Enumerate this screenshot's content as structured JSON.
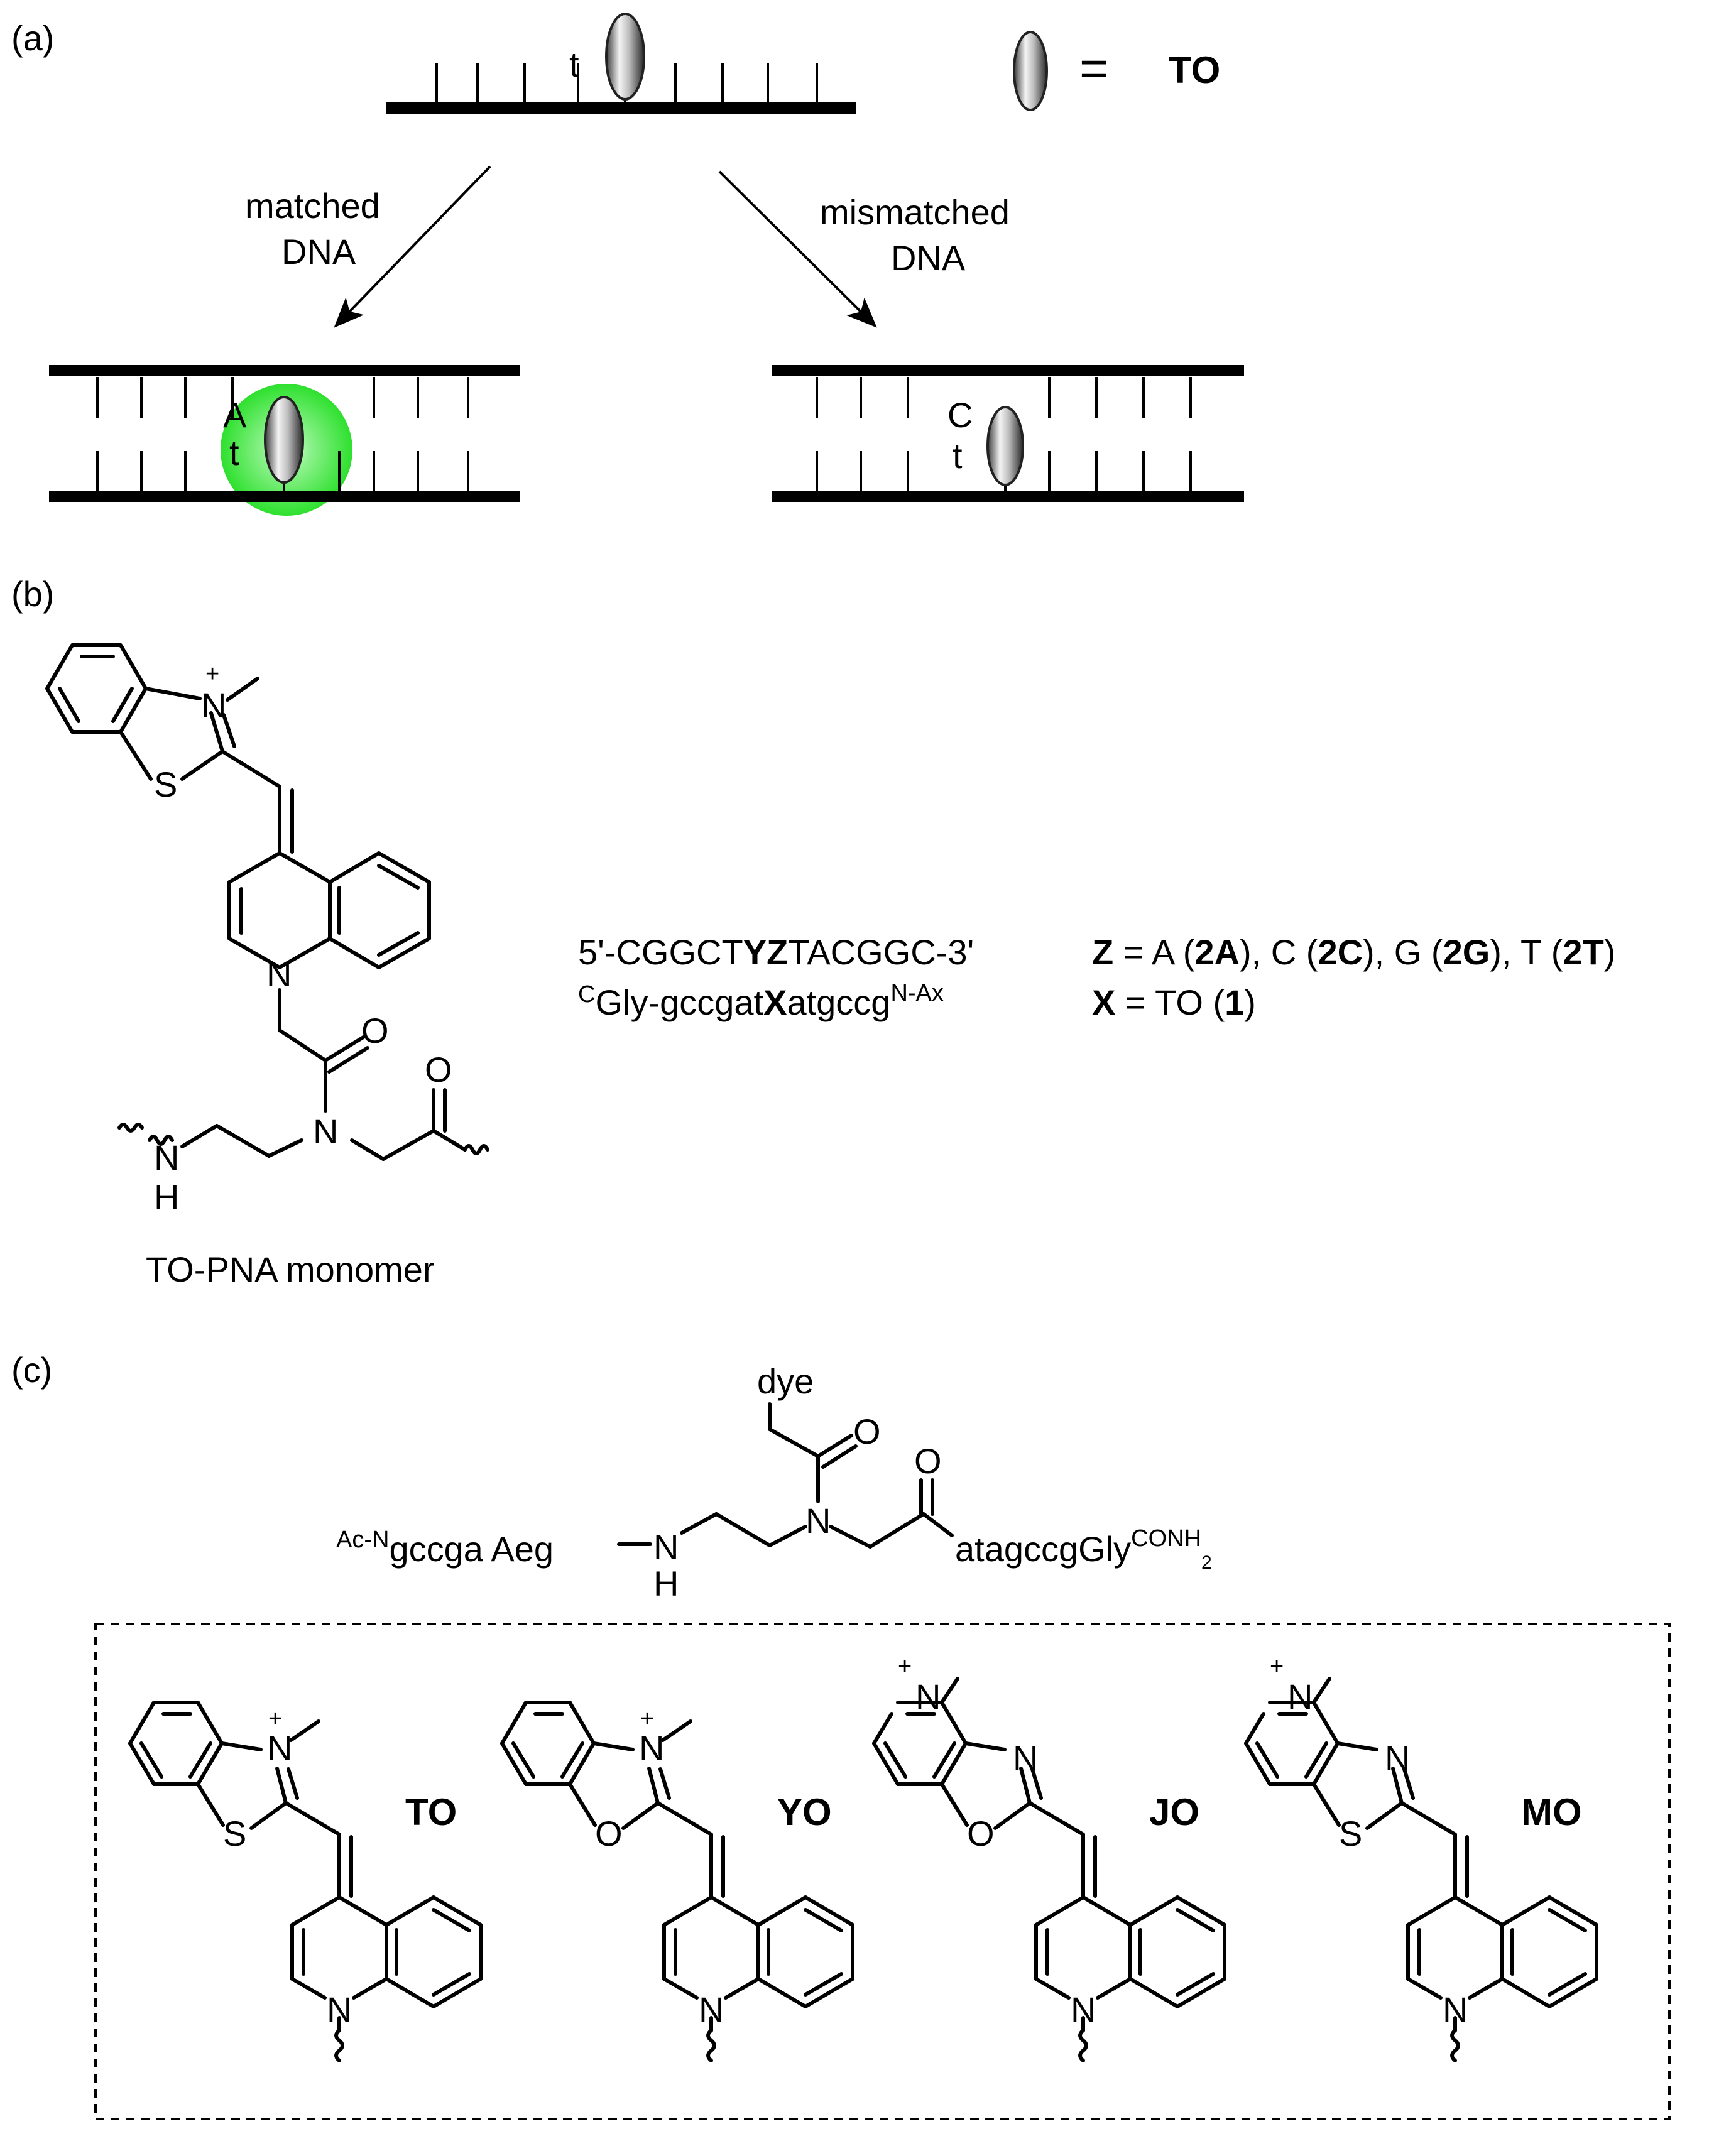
{
  "panels": {
    "a": "(a)",
    "b": "(b)",
    "c": "(c)"
  },
  "panel_a": {
    "probe_base": "t",
    "legend_equals": "=",
    "legend_name": "TO",
    "matched_line1": "matched",
    "matched_line2": "DNA",
    "mismatched_line1": "mismatched",
    "mismatched_line2": "DNA",
    "matched_top_base": "A",
    "matched_bottom_base": "t",
    "mismatched_top_base": "C",
    "mismatched_bottom_base": "t",
    "glow_color": "#2ee02e"
  },
  "panel_b": {
    "atoms": {
      "n_plus": "+",
      "n_q": "N",
      "s": "S",
      "n1": "N",
      "o1": "O",
      "o2": "O",
      "n_amide": "N",
      "nh_n": "N",
      "nh_h": "H"
    },
    "monomer_caption": "TO-PNA monomer",
    "seq1": {
      "prefix": "5'-CGGCT",
      "bold": "YZ",
      "suffix": "TACGGC-3'"
    },
    "seq2": {
      "sup_c": "C",
      "main": "Gly-gccgat",
      "bold": "X",
      "rest": "atgccg",
      "sup_end": "N-Ax"
    },
    "z_def": {
      "z": "Z",
      "eq": " = A (",
      "a": "2A",
      "c_pre": "), C (",
      "c": "2C",
      "g_pre": "), G (",
      "g": "2G",
      "t_pre": "), T (",
      "t": "2T",
      "end": ")"
    },
    "x_def": {
      "x": "X",
      "eq": " = TO (",
      "n": "1",
      "end": ")"
    }
  },
  "panel_c": {
    "dye": "dye",
    "o_top": "O",
    "o_right": "O",
    "n_center": "N",
    "left_sup": "Ac-N",
    "left_seq": "gccga Aeg",
    "nh_n": "N",
    "nh_h": "H",
    "right_seq": "atagccgGly",
    "right_sup": "CONH",
    "right_sub": "2",
    "dyes": [
      {
        "name": "TO",
        "hetero": "S",
        "ring_n": "N",
        "n_plus": "+",
        "q_n": "N",
        "pyr_n": "",
        "pyr_plus": ""
      },
      {
        "name": "YO",
        "hetero": "O",
        "ring_n": "N",
        "n_plus": "+",
        "q_n": "N",
        "pyr_n": "",
        "pyr_plus": ""
      },
      {
        "name": "JO",
        "hetero": "O",
        "ring_n": "N",
        "n_plus": "",
        "q_n": "N",
        "pyr_n": "N",
        "pyr_plus": "+"
      },
      {
        "name": "MO",
        "hetero": "S",
        "ring_n": "N",
        "n_plus": "",
        "q_n": "N",
        "pyr_n": "N",
        "pyr_plus": "+"
      }
    ]
  }
}
